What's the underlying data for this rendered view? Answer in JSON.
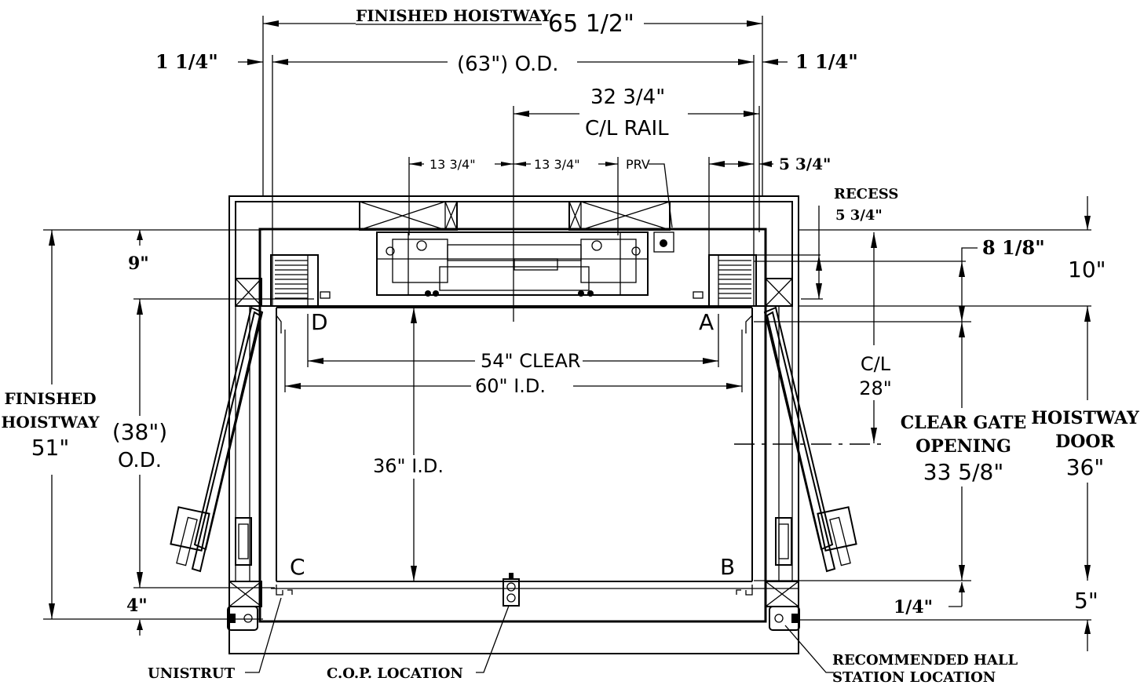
{
  "hoistway": {
    "width_label": "FINISHED HOISTWAY",
    "width_value": "65 1/2\"",
    "depth_label_line1": "FINISHED",
    "depth_label_line2": "HOISTWAY",
    "depth_value": "51\""
  },
  "car": {
    "od_width": "(63\") O.D.",
    "od_depth_line1": "(38\")",
    "od_depth_line2": "O.D.",
    "id_width": "60\" I.D.",
    "id_depth": "36\" I.D.",
    "clear_width": "54\" CLEAR"
  },
  "offsets": {
    "left_side": "1 1/4\"",
    "right_side": "1 1/4\"",
    "rail_to_right": "5 3/4\"",
    "top": "9\"",
    "bottom": "4\"",
    "rail_to_gate": "8 1/8\"",
    "sill_gap": "1/4\""
  },
  "rail": {
    "spacing_value": "32 3/4\"",
    "spacing_label": "C/L RAIL",
    "left_offset": "13 3/4\"",
    "right_offset": "13 3/4\"",
    "prv": "PRV"
  },
  "recess": {
    "label": "RECESS",
    "value": "5 3/4\""
  },
  "gate": {
    "cl_label": "C/L",
    "cl_value": "28\"",
    "label_line1": "CLEAR GATE",
    "label_line2": "OPENING",
    "value": "33 5/8\""
  },
  "hoistway_door": {
    "label_line1": "HOISTWAY",
    "label_line2": "DOOR",
    "value": "36\"",
    "top_clear": "10\"",
    "bottom_clear": "5\""
  },
  "corners": {
    "a": "A",
    "b": "B",
    "c": "C",
    "d": "D"
  },
  "callouts": {
    "unistrut": "UNISTRUT",
    "cop": "C.O.P. LOCATION",
    "hall_station_line1": "RECOMMENDED HALL",
    "hall_station_line2": "STATION LOCATION"
  }
}
